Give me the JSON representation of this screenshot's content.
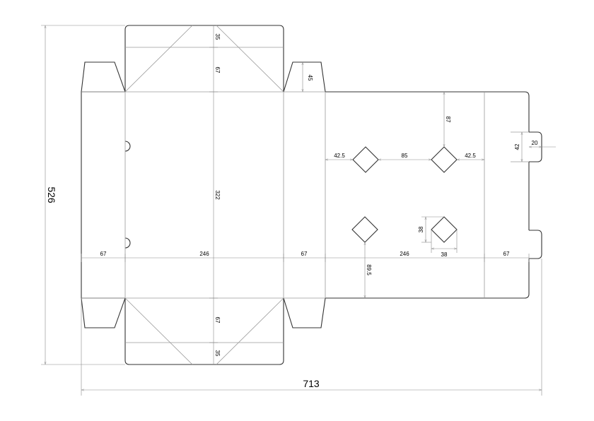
{
  "dims": {
    "overall_width": "713",
    "overall_height": "526",
    "top_flap": "35",
    "top_panel": "67",
    "side_tab": "45",
    "main_panel": "322",
    "bottom_panel": "67",
    "bottom_flap": "35",
    "w1": "67",
    "w2": "246",
    "w3": "67",
    "w4": "246",
    "w5": "67",
    "pad_left": "42.5",
    "pad_mid": "85",
    "pad_right": "42.5",
    "top_offset": "87",
    "lock_tab_h": "42",
    "lock_tab_w": "20",
    "window_h": "38",
    "window_w": "38",
    "lower_offset": "89.5"
  },
  "colors": {
    "cut": "#333333",
    "fold": "#9a9a9a",
    "dim": "#8a8a8a",
    "text": "#000000"
  }
}
